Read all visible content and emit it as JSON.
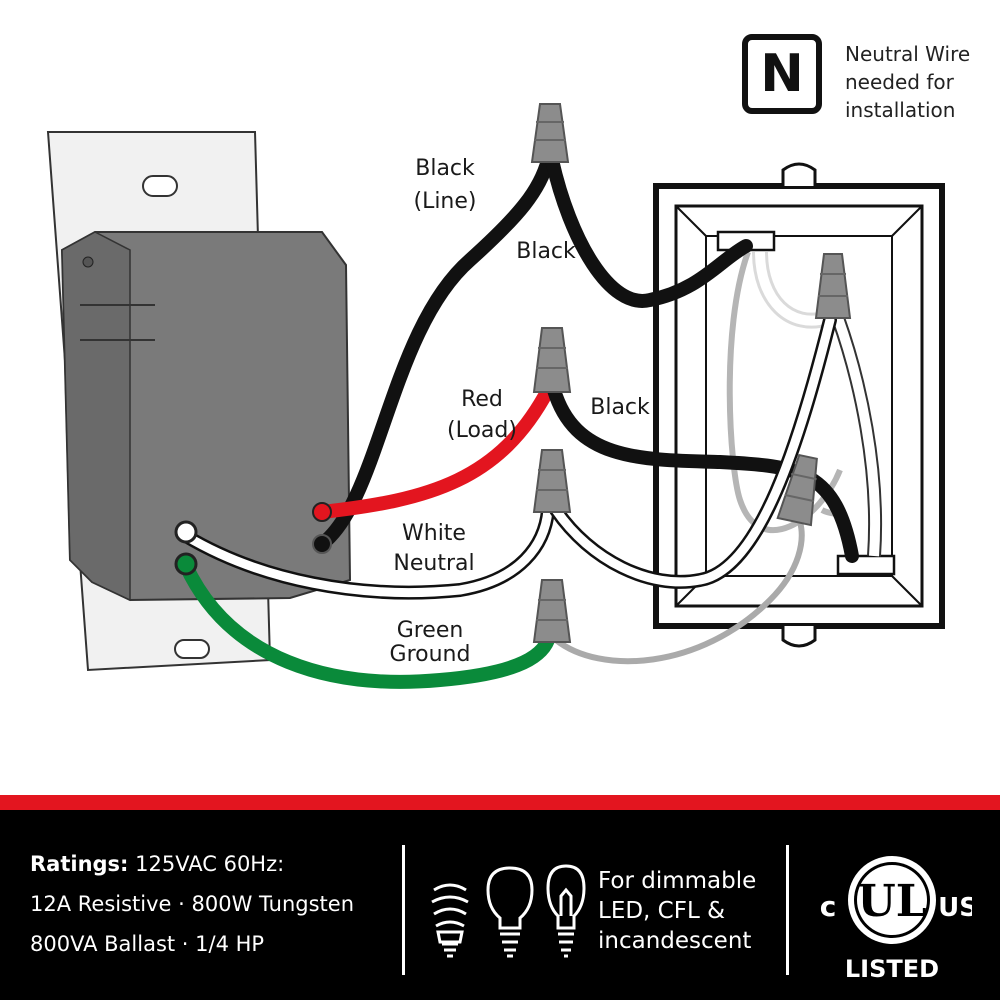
{
  "neutral_badge": {
    "letter": "N",
    "lines": [
      "Neutral Wire",
      "needed for",
      "installation"
    ]
  },
  "wire_labels": {
    "black_line": [
      "Black",
      "(Line)"
    ],
    "black_upper": "Black",
    "red_load": [
      "Red",
      "(Load)"
    ],
    "black_lower": "Black",
    "white_neutral": [
      "White",
      "Neutral"
    ],
    "green_ground": [
      "Green",
      "Ground"
    ]
  },
  "colors": {
    "red": "#e3151f",
    "black": "#111111",
    "green": "#0a8a3a",
    "grey": "#aaaaaa",
    "wire_nut": "#8c8c8c",
    "switch_body": "#7a7a7a"
  },
  "footer": {
    "ratings_label": "Ratings:",
    "ratings_line1": " 125VAC 60Hz:",
    "ratings_line2": "12A Resistive · 800W Tungsten",
    "ratings_line3": "800VA Ballast · 1/4 HP",
    "dimmable_lines": [
      "For dimmable",
      "LED, CFL &",
      "incandescent"
    ],
    "ul_c": "c",
    "ul_us": "US",
    "ul_listed": "LISTED",
    "ul_mark": "UL"
  }
}
